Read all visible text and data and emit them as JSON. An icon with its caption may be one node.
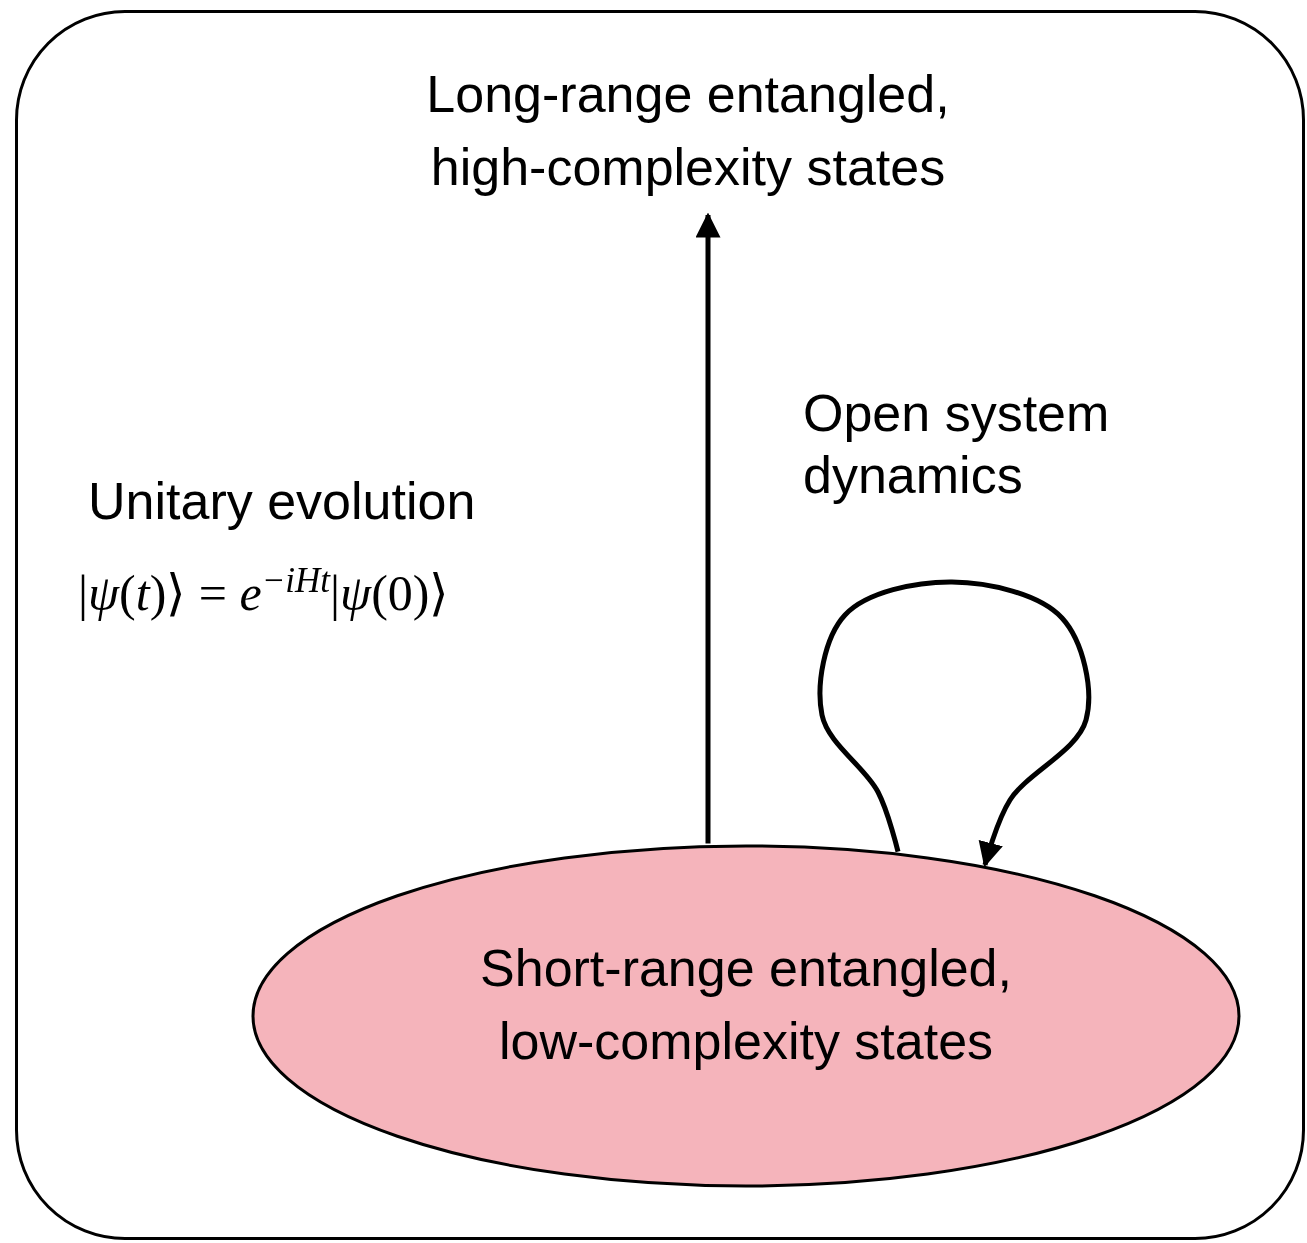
{
  "diagram": {
    "nodes": [
      {
        "text": [],
        "shape": "box"
      },
      {
        "text": [
          "Long-range entangled, high-complexity states"
        ],
        "in": 0
      },
      {
        "text": [
          "Short-range entangled, low-complexity states"
        ],
        "in": 0
      }
    ],
    "edges": [
      {
        "from": 2,
        "to": 1,
        "arrow": "to",
        "label": "Unitary evolution"
      },
      {
        "from": 2,
        "to": 2,
        "arrow": "to",
        "label": "Open system dynamics"
      }
    ],
    "labels": [
      "|*ψ*(*t*)⟩ = *e*$^{−iHt}$|*ψ*(0)⟩"
    ]
  }
}
